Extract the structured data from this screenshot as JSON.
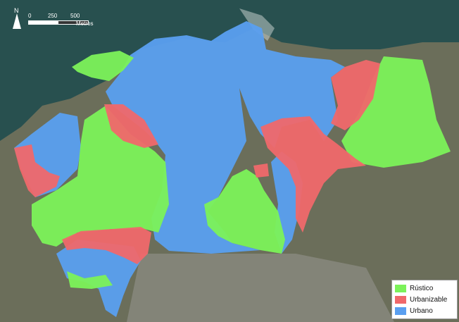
{
  "map": {
    "north_label": "N",
    "scale": {
      "ticks": [
        "0",
        "250",
        "500"
      ],
      "unit": "Metros"
    },
    "classes": [
      {
        "key": "rustico",
        "label": "Rústico",
        "color": "#7cf25a"
      },
      {
        "key": "urbanizable",
        "label": "Urbanizable",
        "color": "#f0686b"
      },
      {
        "key": "urbano",
        "label": "Urbano",
        "color": "#5a9ff0"
      }
    ],
    "colors": {
      "sea": "#28504f",
      "land": "#6b6e5a",
      "city": "#8a8a80"
    }
  }
}
